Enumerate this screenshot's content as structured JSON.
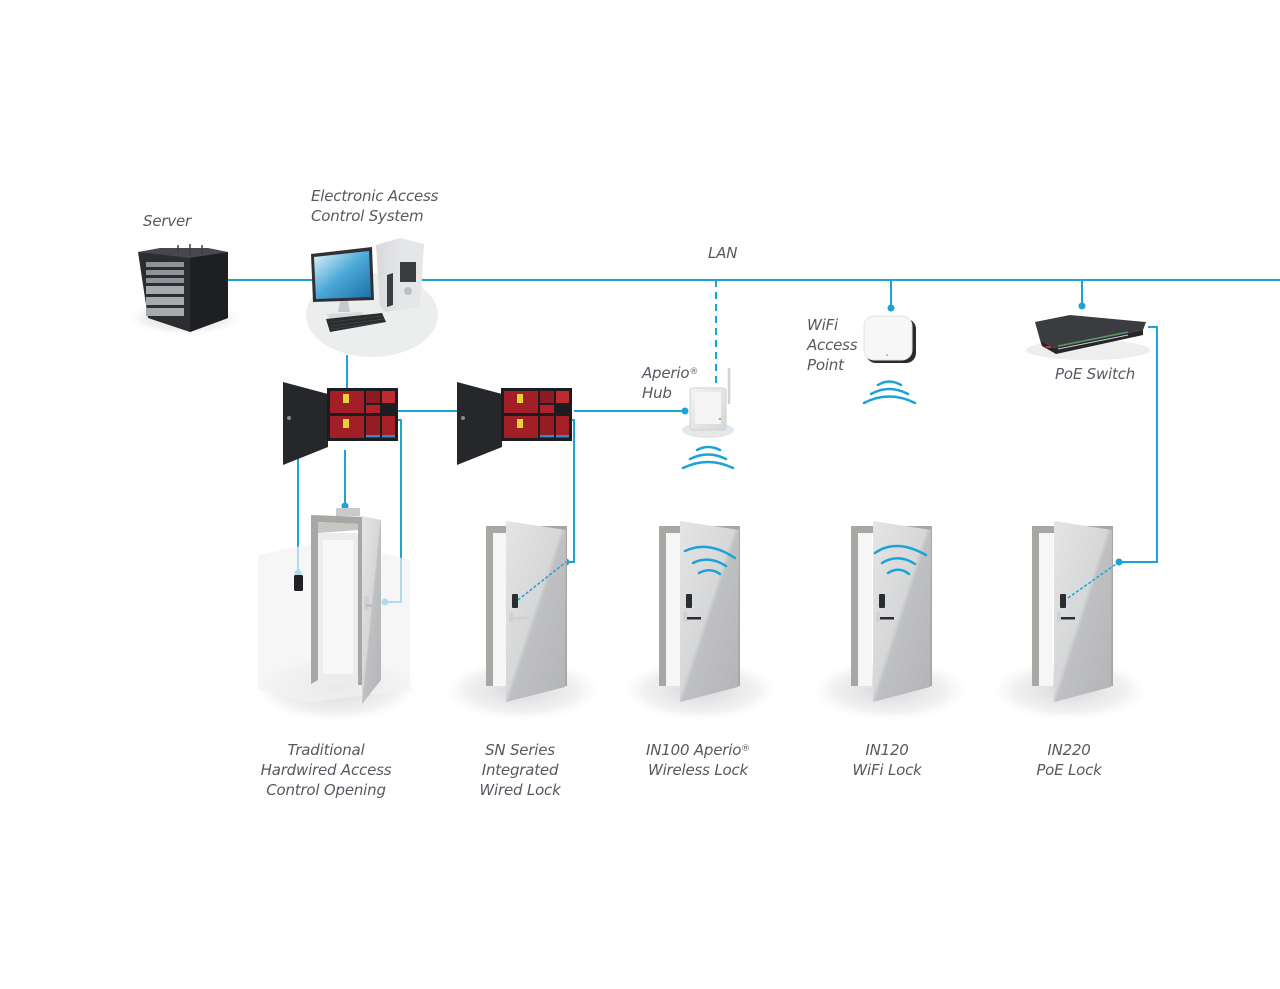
{
  "colors": {
    "line": "#1aa3d4",
    "label_text": "#555a60",
    "device_dark": "#2d2f33",
    "door_gray": "#c9cbcd",
    "frame_gray": "#a8a6a3",
    "board_red": "#b3202a"
  },
  "network": {
    "lan_label": "LAN"
  },
  "devices": {
    "server": {
      "label": "Server",
      "icon": "server-rack-icon"
    },
    "eacs": {
      "label_lines": [
        "Electronic Access",
        "Control System"
      ],
      "icon": "desktop-computer-icon"
    },
    "aperio_hub": {
      "label_lines": [
        "Aperio",
        "Hub"
      ],
      "reg": "®",
      "icon": "wireless-hub-icon"
    },
    "wifi_ap": {
      "label_lines": [
        "WiFi",
        "Access",
        "Point"
      ],
      "icon": "wifi-access-point-icon"
    },
    "poe_switch": {
      "label": "PoE Switch",
      "icon": "network-switch-icon"
    },
    "panel_1": {
      "icon": "access-control-panel-icon"
    },
    "panel_2": {
      "icon": "access-control-panel-icon"
    }
  },
  "openings": [
    {
      "label_lines": [
        "Traditional",
        "Hardwired Access",
        "Control Opening"
      ],
      "icon": "door-with-card-reader-icon"
    },
    {
      "label_lines": [
        "SN Series",
        "Integrated",
        "Wired Lock"
      ],
      "icon": "door-wired-lock-icon"
    },
    {
      "label_lines": [
        "IN100 Aperio",
        "Wireless Lock"
      ],
      "reg": "®",
      "icon": "door-wireless-lock-icon"
    },
    {
      "label_lines": [
        "IN120",
        "WiFi Lock"
      ],
      "icon": "door-wifi-lock-icon"
    },
    {
      "label_lines": [
        "IN220",
        "PoE Lock"
      ],
      "icon": "door-poe-lock-icon"
    }
  ]
}
